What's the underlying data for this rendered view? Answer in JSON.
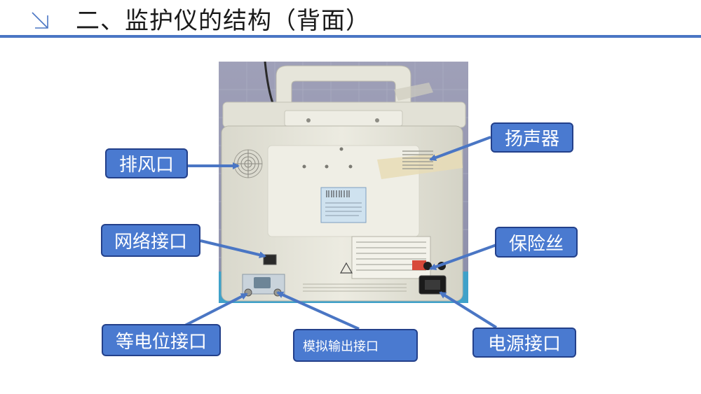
{
  "slide": {
    "title": "二、监护仪的结构（背面）",
    "accent_color": "#4a76c4",
    "label_fill": "#4a7ad0",
    "label_border": "#23408a",
    "corner_icon": "arrow-down-right-icon"
  },
  "labels": {
    "exhaust": "排风口",
    "speaker": "扬声器",
    "network": "网络接口",
    "fuse": "保险丝",
    "equipotential": "等电位接口",
    "analog_output": "模拟输出接口",
    "power": "电源接口"
  }
}
